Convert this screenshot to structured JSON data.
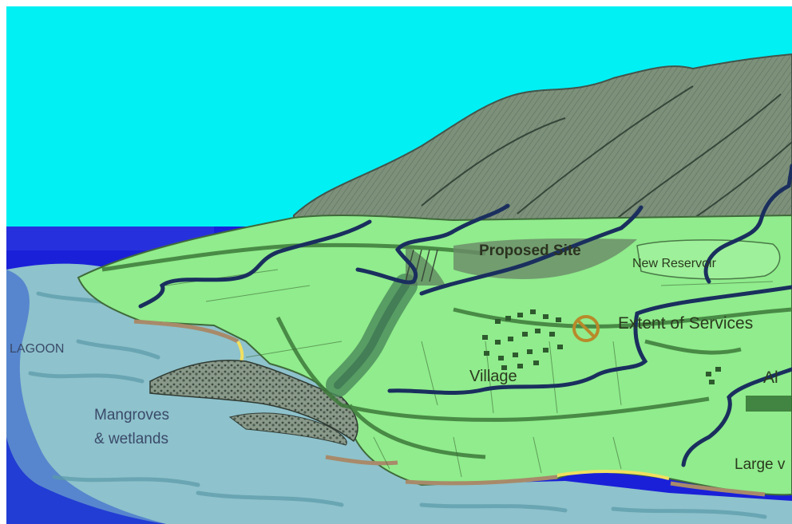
{
  "labels": {
    "proposed_site": "Proposed Site",
    "new_reservoir": "New Reservoir",
    "extent_of_services": "Extent of Services",
    "village": "Village",
    "lagoon": "LAGOON",
    "mangroves_line1": "Mangroves",
    "mangroves_line2": "& wetlands",
    "al_partial": "Al",
    "large_partial": "Large v"
  },
  "icons": {
    "no_entry": "no-entry-symbol"
  },
  "colors": {
    "sky": "#00f0f4",
    "sea": "#1a20d8",
    "lagoon_water": "#8ec2cc",
    "land": "#90ec8c",
    "mountain": "#7a8f78",
    "boundary": "#1a2f5e",
    "no_entry": "#b88a2a"
  }
}
